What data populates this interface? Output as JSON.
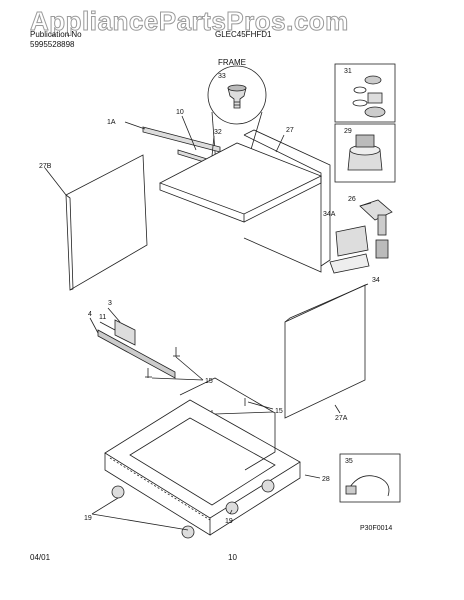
{
  "watermark": "AppliancePartsPros.com",
  "header": {
    "left_line1": "Publication No",
    "left_line2": "5995528898",
    "model": "GLEC45FHFD1",
    "section": "FRAME"
  },
  "callouts": {
    "c1A": "1A",
    "c10": "10",
    "c32": "32",
    "c33": "33",
    "c27": "27",
    "c27B": "27B",
    "c31": "31",
    "c29": "29",
    "c26": "26",
    "c34A": "34A",
    "c34": "34",
    "c3": "3",
    "c4": "4",
    "c11": "11",
    "c15a": "15",
    "c15b": "15",
    "c27A": "27A",
    "c28": "28",
    "c35": "35",
    "c19a": "19",
    "c19b": "19"
  },
  "diagram_code": "P30F0014",
  "footer": {
    "date": "04/01",
    "page": "10"
  }
}
